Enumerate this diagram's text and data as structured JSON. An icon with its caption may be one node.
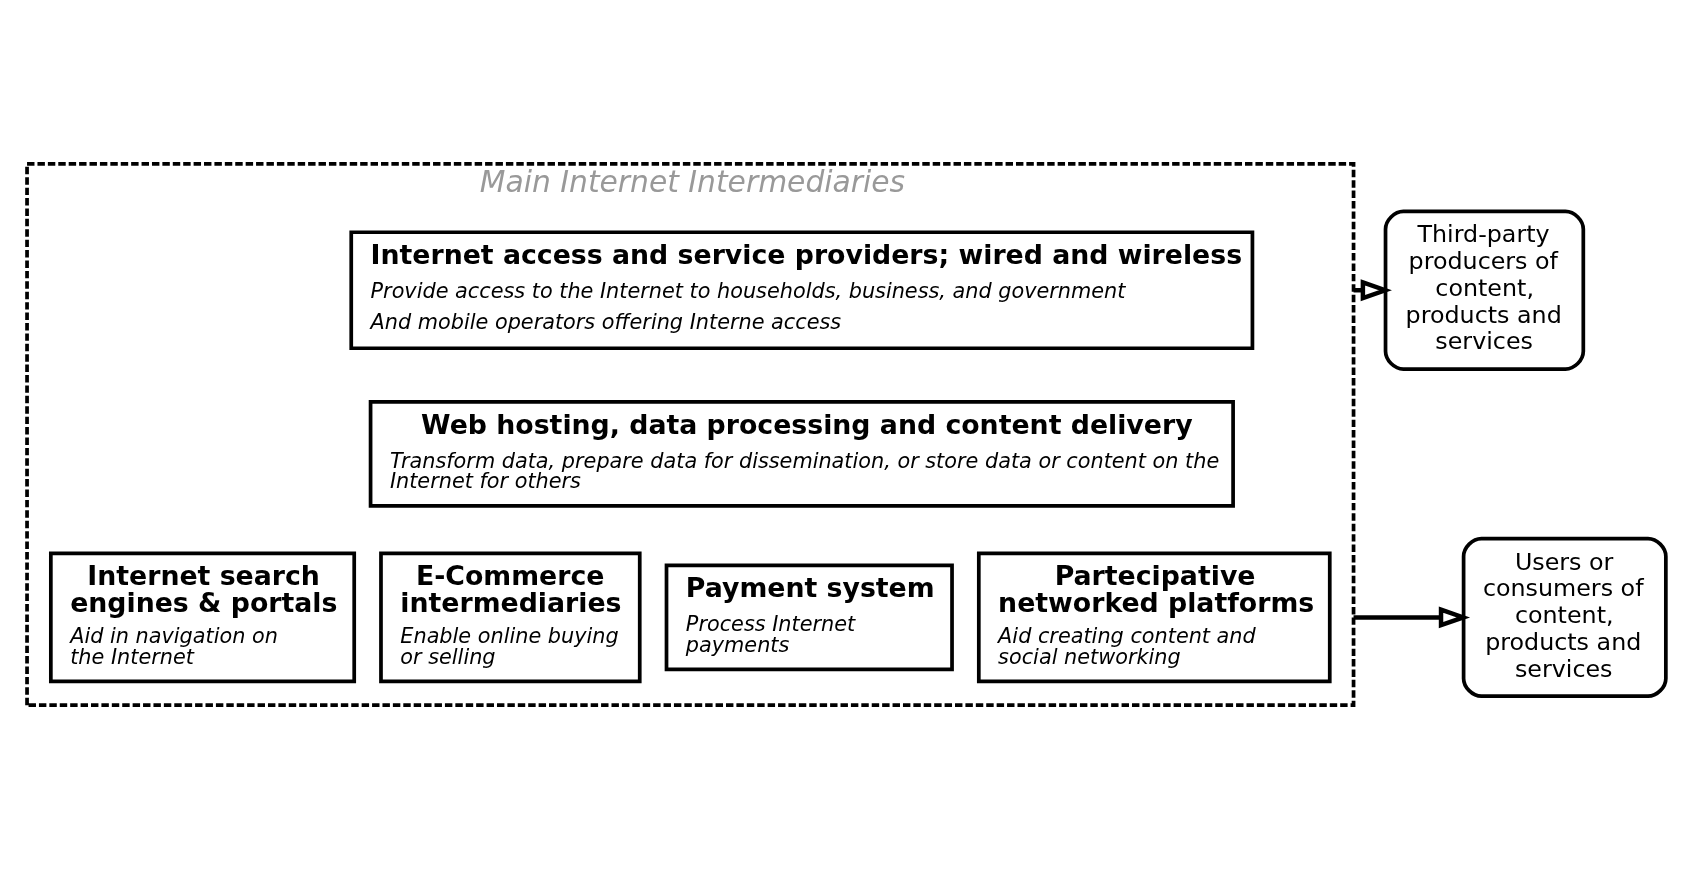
{
  "diagram": {
    "nodes": [
      {
        "text": [
          "Main Internet Intermediaries"
        ]
      },
      {
        "text": [
          "Internet access and service providers; wired and wireless",
          "Provide access to the Internet to households, business, and government",
          "And mobile operators offering Interne access"
        ],
        "in": 0
      },
      {
        "text": [
          "Web hosting, data processing and content delivery",
          "Transform data, prepare data for dissemination, or store data or content on the Internet for others"
        ],
        "in": 0
      },
      {
        "text": [
          "Internet search engines & portals",
          "Aid in navigation on the Internet"
        ],
        "in": 0
      },
      {
        "text": [
          "E-Commerce intermediaries",
          "Enable online buying or selling"
        ],
        "in": 0
      },
      {
        "text": [
          "Payment system",
          "Process Internet payments"
        ],
        "in": 0
      },
      {
        "text": [
          "Partecipative networked platforms",
          "Aid creating content and social networking"
        ],
        "in": 0
      },
      {
        "text": [
          "Third-party producers of content, products and services"
        ]
      },
      {
        "text": [
          "Users or consumers of content, products and services"
        ]
      }
    ],
    "edges": [
      {
        "from": 0,
        "to": 7,
        "arrow": "to"
      },
      {
        "from": 0,
        "to": 8,
        "arrow": "to"
      }
    ]
  }
}
